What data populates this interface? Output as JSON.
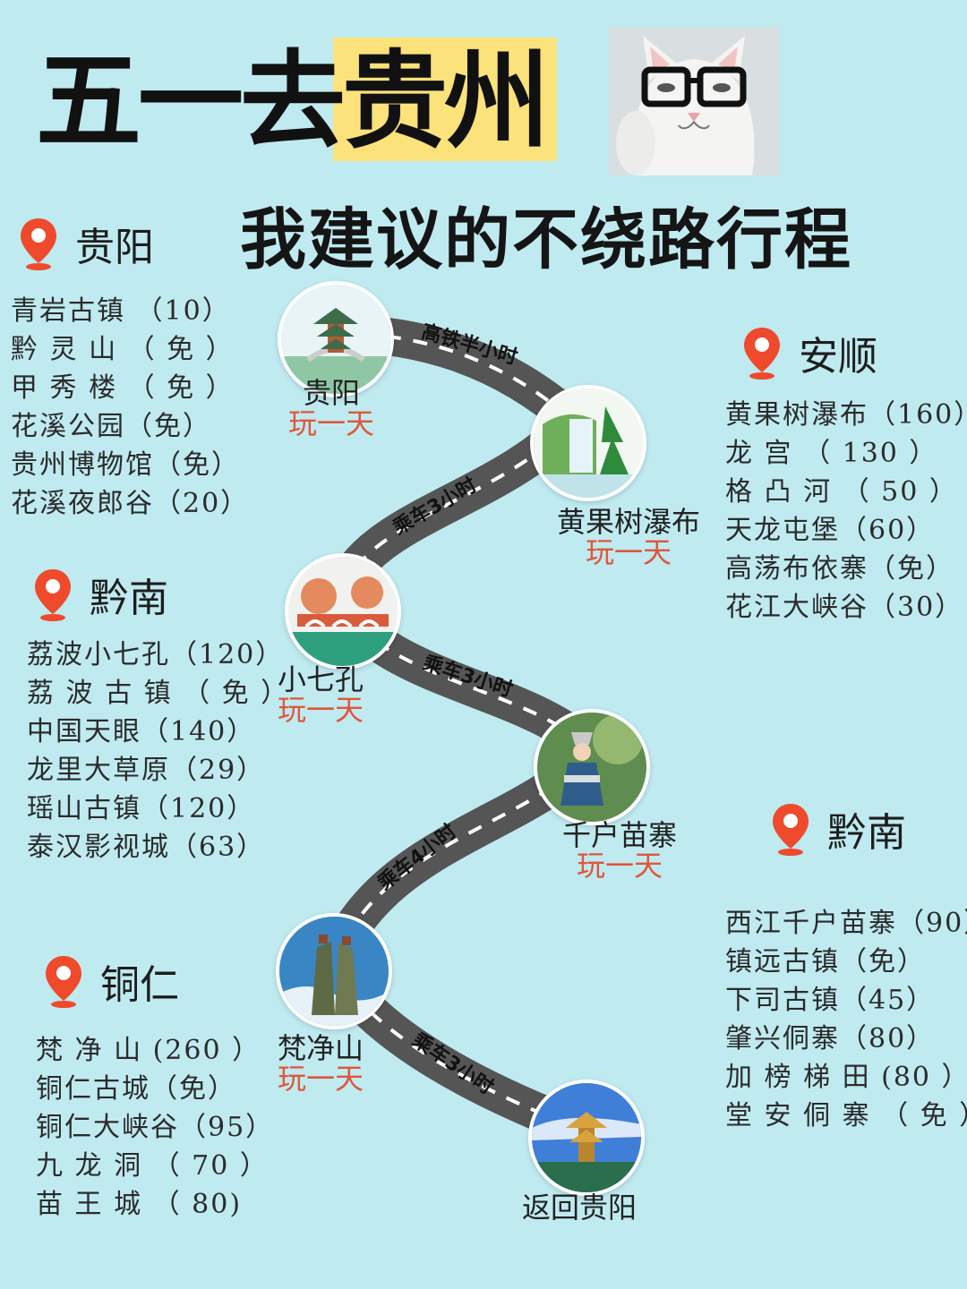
{
  "title": {
    "main": "五一去",
    "highlight": "贵州",
    "subtitle": "我建议的不绕路行程"
  },
  "colors": {
    "background": "#bfeaf0",
    "highlight": "#fbe27a",
    "accent": "#e0563a",
    "road": "#555555"
  },
  "regions": [
    {
      "name": "贵阳",
      "items": [
        "青岩古镇 （10）",
        "黔 灵 山 （ 免 ）",
        "甲 秀 楼 （ 免 ）",
        "花溪公园（免）",
        "贵州博物馆（免）",
        "花溪夜郎谷（20）"
      ]
    },
    {
      "name": "安顺",
      "items": [
        "黄果树瀑布（160）",
        "龙  宫  （ 130 ）",
        "格 凸 河 （ 50 ）",
        "天龙屯堡（60）",
        "高荡布依寨（免）",
        "花江大峡谷（30）"
      ]
    },
    {
      "name": "黔南",
      "items": [
        "荔波小七孔（120）",
        "荔 波 古 镇 （ 免 ）",
        "中国天眼（140）",
        "龙里大草原（29）",
        "瑶山古镇（120）",
        "泰汉影视城（63）"
      ]
    },
    {
      "name": "黔南",
      "items": [
        "西江千户苗寨（90）",
        "镇远古镇（免）",
        "下司古镇（45）",
        "肇兴侗寨（80）",
        "加 榜 梯 田 (80 ）",
        "堂 安 侗 寨 （ 免 ）"
      ]
    },
    {
      "name": "铜仁",
      "items": [
        "梵 净 山 (260 ）",
        "铜仁古城（免）",
        "铜仁大峡谷（95）",
        "九 龙 洞 （ 70 ）",
        "苗 王 城 （ 80)"
      ]
    }
  ],
  "stops": [
    {
      "name": "贵阳",
      "plan": "玩一天",
      "icon": "pavilion-icon"
    },
    {
      "name": "黄果树瀑布",
      "plan": "玩一天",
      "icon": "waterfall-icon"
    },
    {
      "name": "小七孔",
      "plan": "玩一天",
      "icon": "bridge-icon"
    },
    {
      "name": "千户苗寨",
      "plan": "玩一天",
      "icon": "miao-girl-icon"
    },
    {
      "name": "梵净山",
      "plan": "玩一天",
      "icon": "mountain-icon"
    },
    {
      "name": "返回贵阳",
      "plan": "",
      "icon": "tower-icon"
    }
  ],
  "segments": [
    "高铁半小时",
    "乘车3小时",
    "乘车3小时",
    "乘车4小时",
    "乘车3小时"
  ]
}
